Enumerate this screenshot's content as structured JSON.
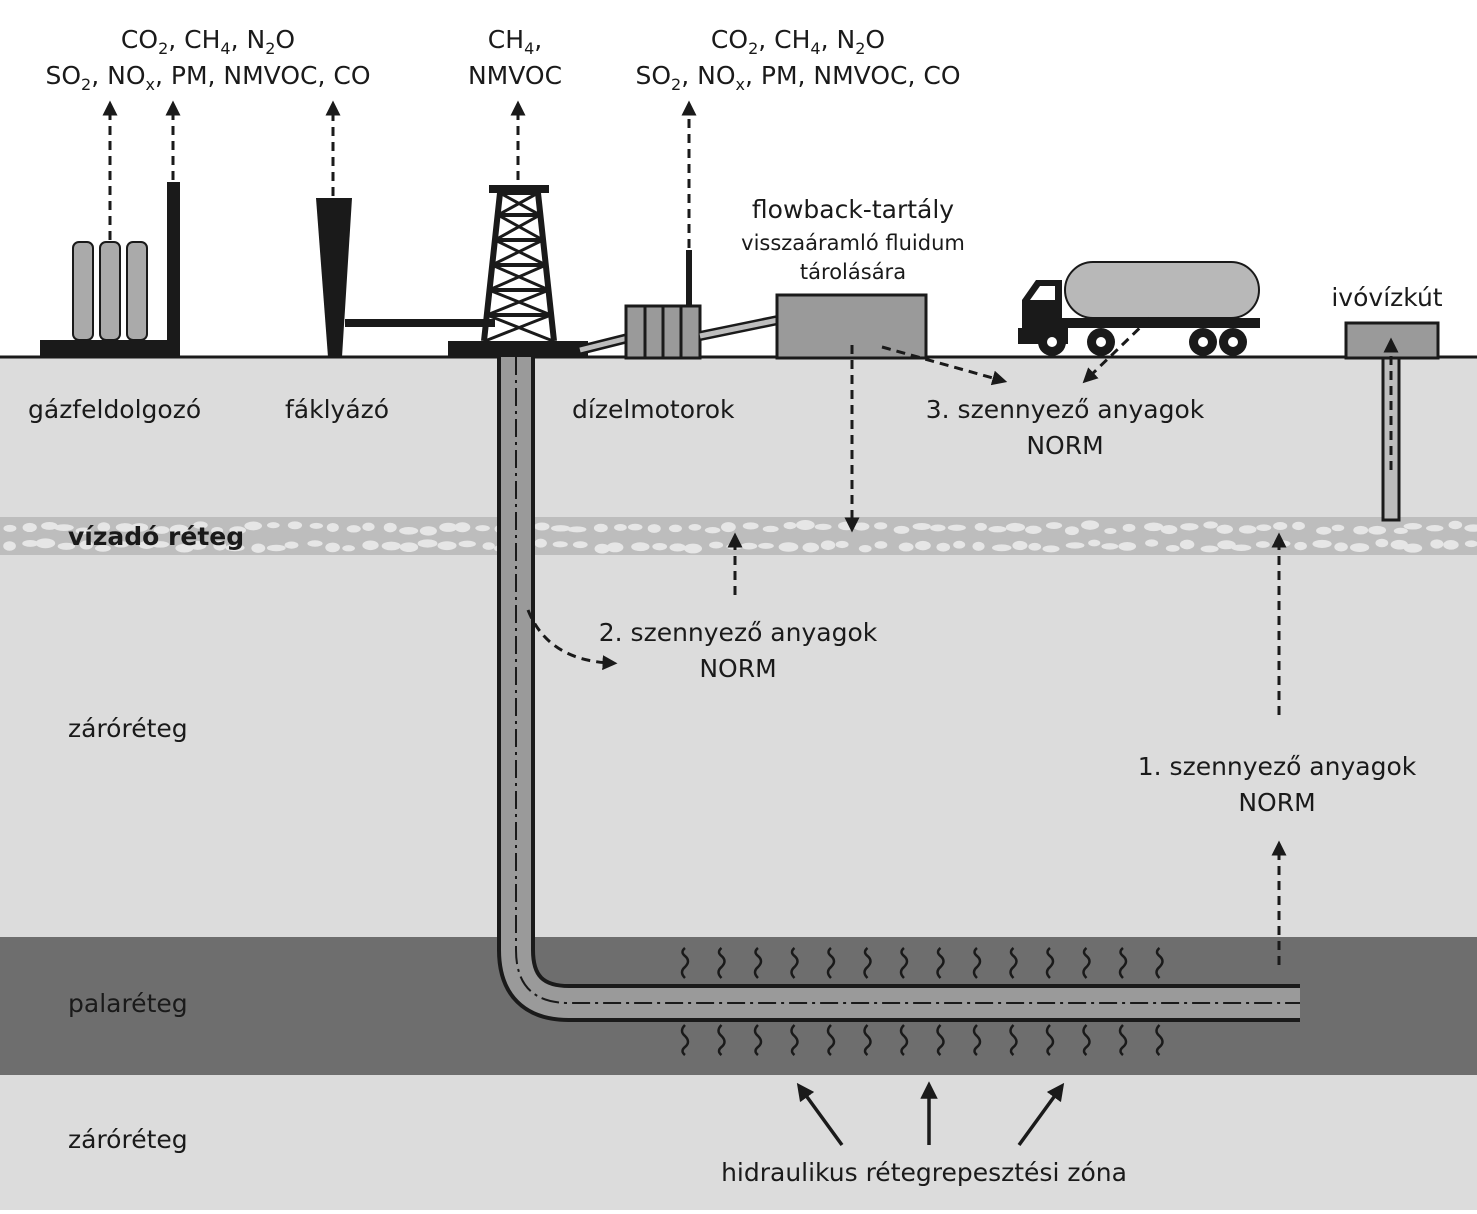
{
  "emissions": {
    "processing_line1": [
      "CO",
      "2",
      ", CH",
      "4",
      ", N",
      "2",
      "O"
    ],
    "processing_line2": [
      "SO",
      "2",
      ", NO",
      "x",
      ", PM, NMVOC, CO"
    ],
    "rig_line1": [
      "CH",
      "4",
      ","
    ],
    "rig_line2": "NMVOC",
    "engines_line1": [
      "CO",
      "2",
      ", CH",
      "4",
      ", N",
      "2",
      "O"
    ],
    "engines_line2": [
      "SO",
      "2",
      ", NO",
      "x",
      ", PM, NMVOC, CO"
    ]
  },
  "facilities": {
    "gas_processing": "gázfeldolgozó",
    "flaring": "fáklyázó",
    "diesel_engines": "dízelmotorok",
    "flowback_tank_title": "flowback-tartály",
    "flowback_tank_sub1": "visszaáramló fluidum",
    "flowback_tank_sub2": "tárolására",
    "water_well": "ivóvízkút"
  },
  "layers": {
    "aquifer": "vízadó réteg",
    "cap_rock_upper": "záróréteg",
    "shale": "palaréteg",
    "cap_rock_lower": "záróréteg"
  },
  "pollutants": {
    "p1_line1": "1. szennyező anyagok",
    "p1_line2": "NORM",
    "p2_line1": "2. szennyező anyagok",
    "p2_line2": "NORM",
    "p3_line1": "3. szennyező anyagok",
    "p3_line2": "NORM"
  },
  "fracking_zone": "hidraulikus rétegrepesztési zóna",
  "colors": {
    "sky": "#ffffff",
    "ground": "#dcdcdc",
    "aquifer": "#bdbdbd",
    "shale": "#6e6e6e",
    "ink": "#1a1a1a",
    "pipe": "#9a9a9a"
  }
}
